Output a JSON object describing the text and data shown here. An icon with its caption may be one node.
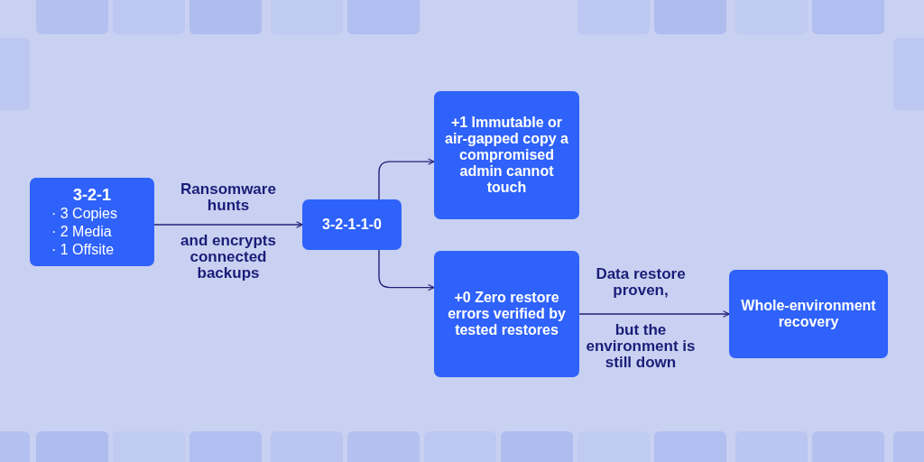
{
  "diagram": {
    "nodes": [
      {
        "text": [
          "3-2-1",
          "· 3 Copies",
          "· 2 Media",
          "· 1 Offsite"
        ]
      },
      {
        "text": [
          "3-2-1-1-0"
        ]
      },
      {
        "text": [
          "+1 Immutable or air-gapped copy a compromised admin cannot touch"
        ]
      },
      {
        "text": [
          "+0 Zero restore errors verified by tested restores"
        ]
      },
      {
        "text": [
          "Whole-environment recovery"
        ]
      }
    ],
    "edges": [
      {
        "from": 0,
        "to": 1,
        "arrow": "to",
        "label": "Ransomware hunts"
      },
      {
        "from": 1,
        "to": 2,
        "arrow": "to"
      },
      {
        "from": 1,
        "to": 3,
        "arrow": "to"
      },
      {
        "from": 3,
        "to": 4,
        "arrow": "to",
        "label": "Data restore proven,"
      }
    ],
    "labels": [
      "and encrypts connected backups",
      "but the environment is still down"
    ]
  }
}
